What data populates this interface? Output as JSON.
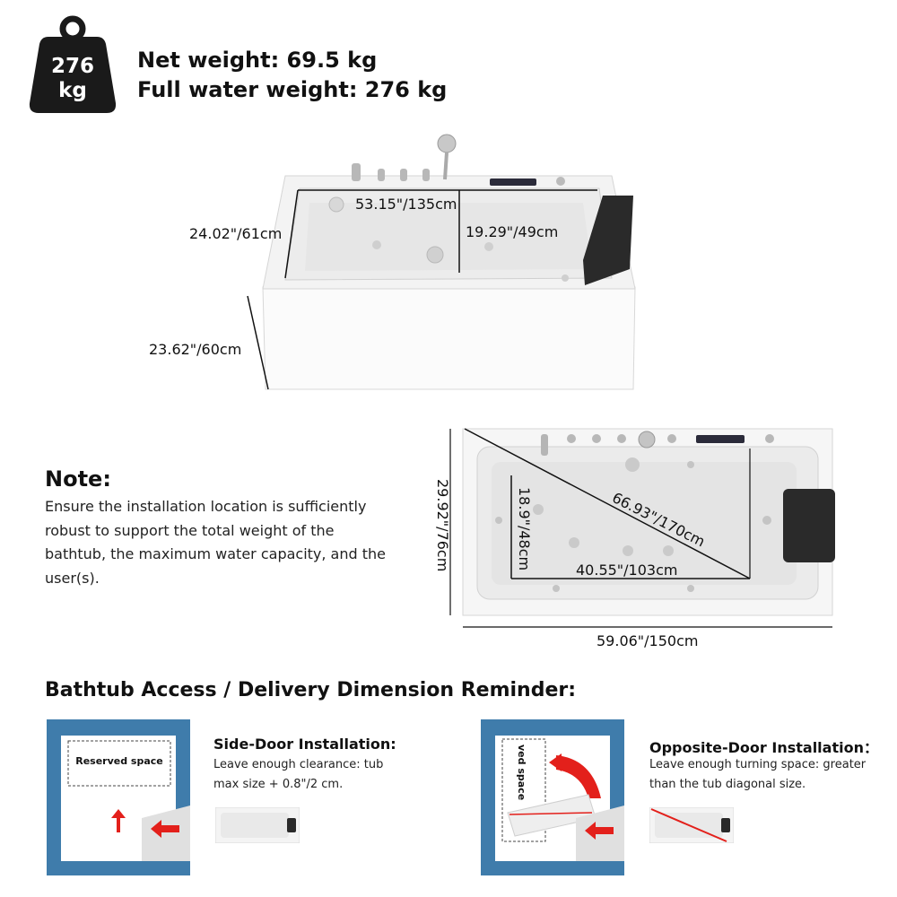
{
  "weight_badge": {
    "icon": "weight-icon",
    "line1": "276",
    "line2": "kg",
    "color": "#1a1a1a"
  },
  "specs": {
    "net_weight": "Net weight: 69.5 kg",
    "full_water_weight": "Full water weight:  276 kg"
  },
  "top_view_dims": {
    "inner_length": "53.15\"/135cm",
    "height": "24.02\"/61cm",
    "inner_depth": "19.29\"/49cm",
    "width": "23.62\"/60cm"
  },
  "plan_view_dims": {
    "width": "29.92\"/76cm",
    "inner_width": "18.9\"/48cm",
    "diagonal": "66.93\"/170cm",
    "inner_length": "40.55\"/103cm",
    "length": "59.06\"/150cm"
  },
  "note": {
    "title": "Note:",
    "body": "Ensure the installation location is sufficiently robust to support the total weight of the bathtub, the maximum water capacity, and the user(s)."
  },
  "access": {
    "title": "Bathtub Access / Delivery Dimension Reminder:",
    "frame_color": "#3f7cab",
    "arrow_color": "#e3201b",
    "side_door": {
      "reserved_label": "Reserved space",
      "title": "Side-Door Installation:",
      "description": "Leave enough clearance: tub max size + 0.8\"/2 cm."
    },
    "opposite_door": {
      "reserved_label": "ved space",
      "title": "Opposite-Door Installation：",
      "description": "Leave enough turning space: greater than the tub diagonal size."
    }
  }
}
